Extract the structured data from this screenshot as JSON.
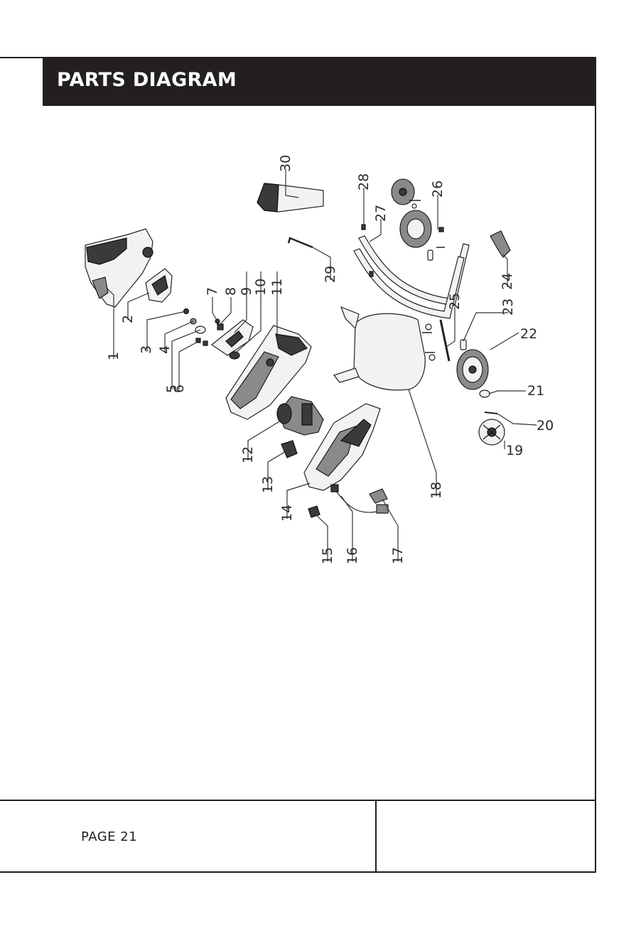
{
  "header": {
    "title": "PARTS DIAGRAM"
  },
  "footer": {
    "page": "PAGE 21"
  },
  "parts": [
    {
      "number": "1"
    },
    {
      "number": "2"
    },
    {
      "number": "3"
    },
    {
      "number": "4"
    },
    {
      "number": "5"
    },
    {
      "number": "6"
    },
    {
      "number": "7"
    },
    {
      "number": "8"
    },
    {
      "number": "9"
    },
    {
      "number": "10"
    },
    {
      "number": "11"
    },
    {
      "number": "12"
    },
    {
      "number": "13"
    },
    {
      "number": "14"
    },
    {
      "number": "15"
    },
    {
      "number": "16"
    },
    {
      "number": "17"
    },
    {
      "number": "18"
    },
    {
      "number": "19"
    },
    {
      "number": "20"
    },
    {
      "number": "21"
    },
    {
      "number": "22"
    },
    {
      "number": "23"
    },
    {
      "number": "24"
    },
    {
      "number": "25"
    },
    {
      "number": "26"
    },
    {
      "number": "27"
    },
    {
      "number": "28"
    },
    {
      "number": "29"
    },
    {
      "number": "30"
    }
  ],
  "colors": {
    "header_bg": "#231f20",
    "header_text": "#ffffff",
    "rule": "#1f1f1f"
  }
}
